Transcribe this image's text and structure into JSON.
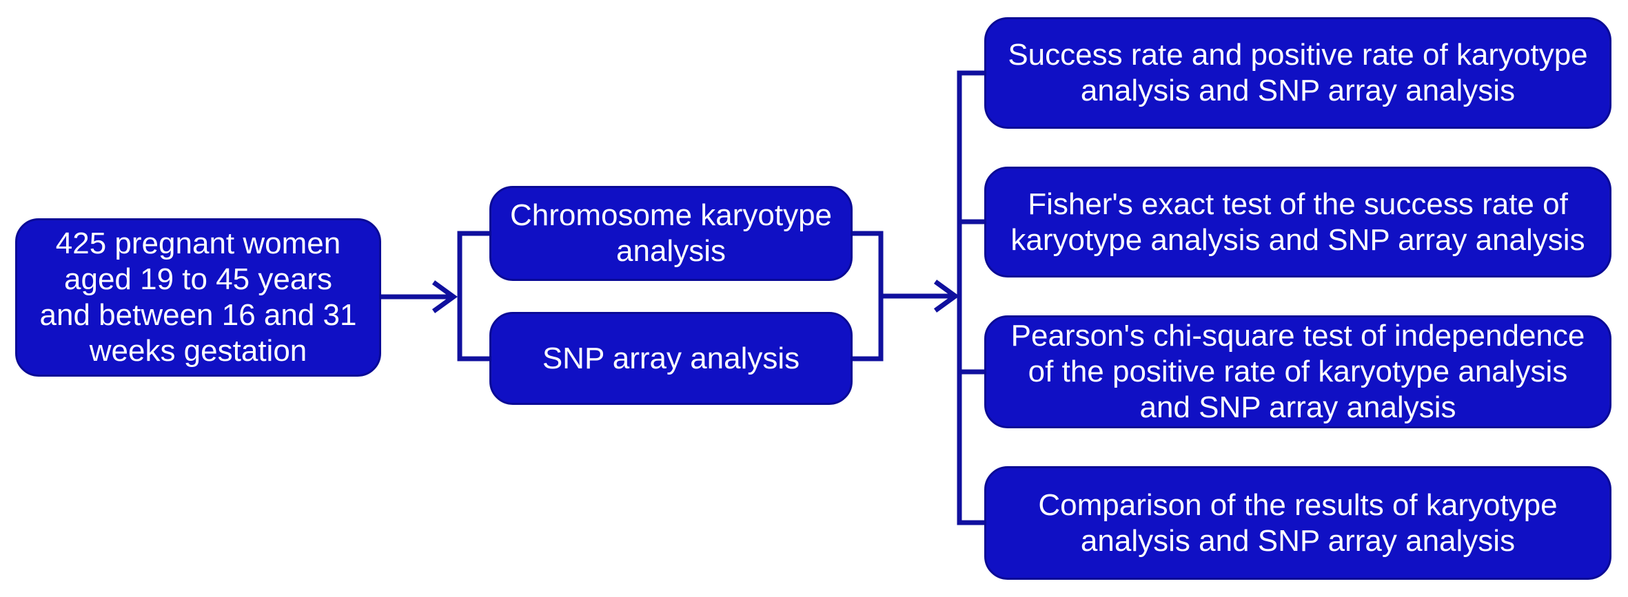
{
  "diagram": {
    "type": "flowchart",
    "colors": {
      "node_fill": "#1010c4",
      "node_border": "#0a0a96",
      "connector": "#10109e",
      "text": "#ffffff",
      "background": "#ffffff"
    },
    "nodes": {
      "population": {
        "lines": [
          "425 pregnant women",
          "aged 19 to 45 years",
          "and between 16 and 31",
          "weeks gestation"
        ],
        "text": "425 pregnant women aged 19 to 45 years and between 16 and 31 weeks gestation"
      },
      "method_karyotype": {
        "lines": [
          "Chromosome karyotype",
          "analysis"
        ],
        "text": "Chromosome karyotype analysis"
      },
      "method_snp": {
        "lines": [
          "SNP array analysis"
        ],
        "text": "SNP array analysis"
      },
      "outcome_rates": {
        "lines": [
          "Success rate and positive rate of karyotype",
          "analysis and SNP array analysis"
        ],
        "text": "Success rate and positive rate of karyotype analysis and SNP array analysis"
      },
      "outcome_fisher": {
        "lines": [
          "Fisher's exact test of the success rate of",
          "karyotype analysis and SNP array analysis"
        ],
        "text": "Fisher's exact test of the success rate of karyotype analysis and SNP array analysis"
      },
      "outcome_pearson": {
        "lines": [
          "Pearson's chi-square test of independence",
          "of the positive rate of karyotype analysis",
          "and SNP array analysis"
        ],
        "text": "Pearson's chi-square test of independence of the positive rate of karyotype analysis and SNP array analysis"
      },
      "outcome_comparison": {
        "lines": [
          "Comparison of the results of karyotype",
          "analysis and SNP array analysis"
        ],
        "text": "Comparison of the results of karyotype analysis and SNP array analysis"
      }
    },
    "edges": [
      {
        "from": "population",
        "to": "method_karyotype",
        "style": "arrow-bracket"
      },
      {
        "from": "population",
        "to": "method_snp",
        "style": "arrow-bracket"
      },
      {
        "from": "method_karyotype",
        "to": "outcome_rates",
        "style": "arrow-bracket"
      },
      {
        "from": "method_karyotype",
        "to": "outcome_fisher",
        "style": "arrow-bracket"
      },
      {
        "from": "method_karyotype",
        "to": "outcome_pearson",
        "style": "arrow-bracket"
      },
      {
        "from": "method_karyotype",
        "to": "outcome_comparison",
        "style": "arrow-bracket"
      },
      {
        "from": "method_snp",
        "to": "outcome_rates",
        "style": "arrow-bracket"
      },
      {
        "from": "method_snp",
        "to": "outcome_fisher",
        "style": "arrow-bracket"
      },
      {
        "from": "method_snp",
        "to": "outcome_pearson",
        "style": "arrow-bracket"
      },
      {
        "from": "method_snp",
        "to": "outcome_comparison",
        "style": "arrow-bracket"
      }
    ]
  }
}
